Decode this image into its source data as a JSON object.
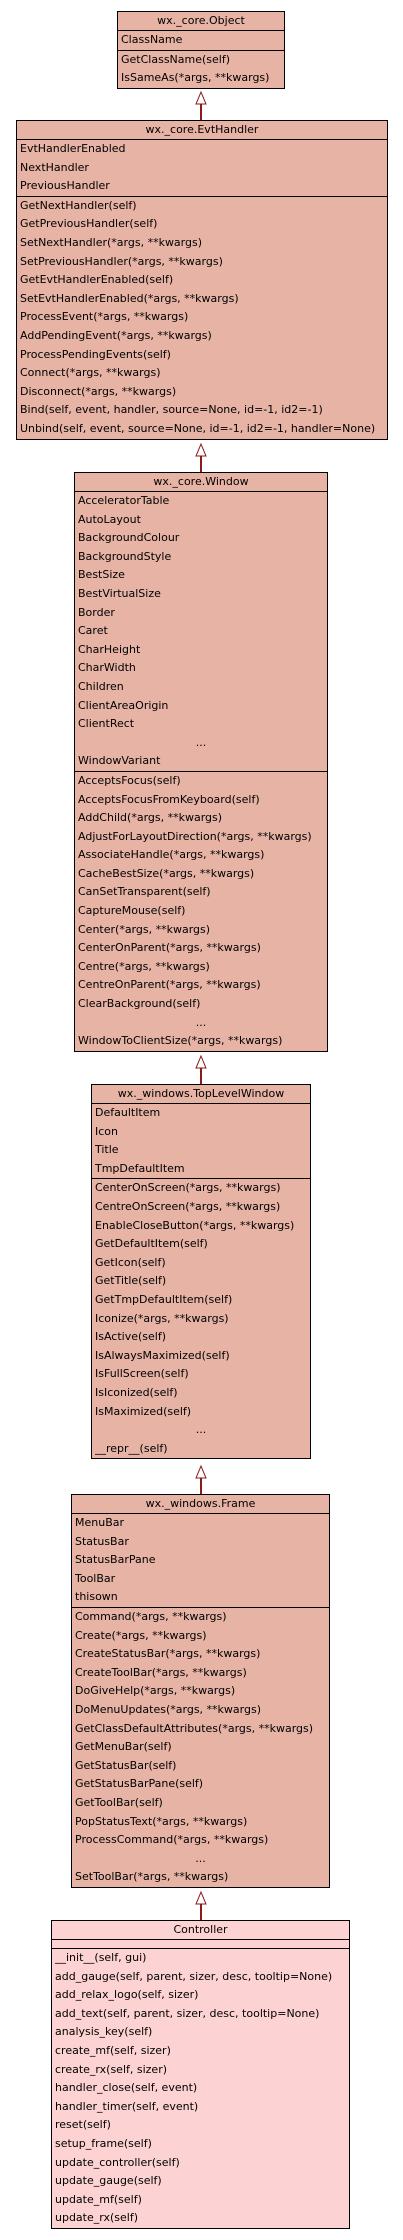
{
  "classes": [
    {
      "id": "object",
      "title": "wx._core.Object",
      "attributes": [
        "ClassName"
      ],
      "methods": [
        "GetClassName(self)",
        "IsSameAs(*args, **kwargs)"
      ]
    },
    {
      "id": "evthandler",
      "title": "wx._core.EvtHandler",
      "attributes": [
        "EvtHandlerEnabled",
        "NextHandler",
        "PreviousHandler"
      ],
      "methods": [
        "GetNextHandler(self)",
        "GetPreviousHandler(self)",
        "SetNextHandler(*args, **kwargs)",
        "SetPreviousHandler(*args, **kwargs)",
        "GetEvtHandlerEnabled(self)",
        "SetEvtHandlerEnabled(*args, **kwargs)",
        "ProcessEvent(*args, **kwargs)",
        "AddPendingEvent(*args, **kwargs)",
        "ProcessPendingEvents(self)",
        "Connect(*args, **kwargs)",
        "Disconnect(*args, **kwargs)",
        "Bind(self, event, handler, source=None, id=-1, id2=-1)",
        "Unbind(self, event, source=None, id=-1, id2=-1, handler=None)"
      ]
    },
    {
      "id": "window",
      "title": "wx._core.Window",
      "attributes": [
        "AcceleratorTable",
        "AutoLayout",
        "BackgroundColour",
        "BackgroundStyle",
        "BestSize",
        "BestVirtualSize",
        "Border",
        "Caret",
        "CharHeight",
        "CharWidth",
        "Children",
        "ClientAreaOrigin",
        "ClientRect",
        "...",
        "WindowVariant"
      ],
      "methods": [
        "AcceptsFocus(self)",
        "AcceptsFocusFromKeyboard(self)",
        "AddChild(*args, **kwargs)",
        "AdjustForLayoutDirection(*args, **kwargs)",
        "AssociateHandle(*args, **kwargs)",
        "CacheBestSize(*args, **kwargs)",
        "CanSetTransparent(self)",
        "CaptureMouse(self)",
        "Center(*args, **kwargs)",
        "CenterOnParent(*args, **kwargs)",
        "Centre(*args, **kwargs)",
        "CentreOnParent(*args, **kwargs)",
        "ClearBackground(self)",
        "...",
        "WindowToClientSize(*args, **kwargs)"
      ]
    },
    {
      "id": "toplevelwindow",
      "title": "wx._windows.TopLevelWindow",
      "attributes": [
        "DefaultItem",
        "Icon",
        "Title",
        "TmpDefaultItem"
      ],
      "methods": [
        "CenterOnScreen(*args, **kwargs)",
        "CentreOnScreen(*args, **kwargs)",
        "EnableCloseButton(*args, **kwargs)",
        "GetDefaultItem(self)",
        "GetIcon(self)",
        "GetTitle(self)",
        "GetTmpDefaultItem(self)",
        "Iconize(*args, **kwargs)",
        "IsActive(self)",
        "IsAlwaysMaximized(self)",
        "IsFullScreen(self)",
        "IsIconized(self)",
        "IsMaximized(self)",
        "...",
        "__repr__(self)"
      ]
    },
    {
      "id": "frame",
      "title": "wx._windows.Frame",
      "attributes": [
        "MenuBar",
        "StatusBar",
        "StatusBarPane",
        "ToolBar",
        "thisown"
      ],
      "methods": [
        "Command(*args, **kwargs)",
        "Create(*args, **kwargs)",
        "CreateStatusBar(*args, **kwargs)",
        "CreateToolBar(*args, **kwargs)",
        "DoGiveHelp(*args, **kwargs)",
        "DoMenuUpdates(*args, **kwargs)",
        "GetClassDefaultAttributes(*args, **kwargs)",
        "GetMenuBar(self)",
        "GetStatusBar(self)",
        "GetStatusBarPane(self)",
        "GetToolBar(self)",
        "PopStatusText(*args, **kwargs)",
        "ProcessCommand(*args, **kwargs)",
        "...",
        "SetToolBar(*args, **kwargs)"
      ]
    },
    {
      "id": "controller",
      "title": "Controller",
      "attributes": [],
      "methods": [
        "__init__(self, gui)",
        "add_gauge(self, parent, sizer, desc, tooltip=None)",
        "add_relax_logo(self, sizer)",
        "add_text(self, parent, sizer, desc, tooltip=None)",
        "analysis_key(self)",
        "create_mf(self, sizer)",
        "create_rx(self, sizer)",
        "handler_close(self, event)",
        "handler_timer(self, event)",
        "reset(self)",
        "setup_frame(self)",
        "update_controller(self)",
        "update_gauge(self)",
        "update_mf(self)",
        "update_rx(self)"
      ]
    }
  ]
}
